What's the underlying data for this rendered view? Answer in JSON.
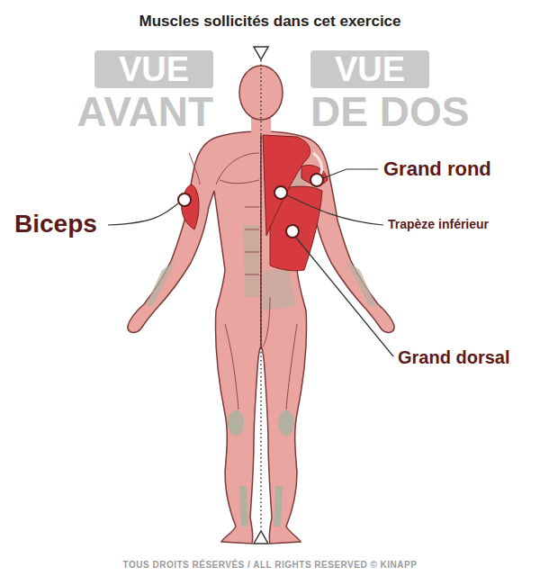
{
  "diagram": {
    "title": "Muscles sollicités dans cet exercice",
    "caption": "TOUS DROITS RÉSERVÉS / ALL RIGHTS RESERVED © KINAPP",
    "labels": [
      "VUE",
      "AVANT",
      "VUE",
      "DE DOS",
      "Grand rond",
      "Biceps",
      "Trapèze inférieur",
      "Grand dorsal"
    ]
  }
}
